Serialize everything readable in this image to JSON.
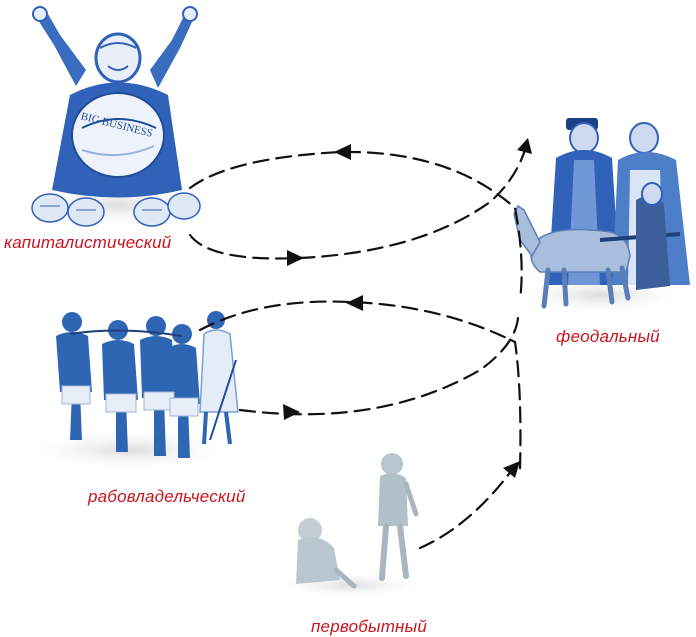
{
  "stages": {
    "capitalist": "капиталистический",
    "feudal": "феодальный",
    "slave": "рабовладельческий",
    "primitive": "первобытный"
  },
  "illustrations": {
    "capitalist_banner": "BIG BUSINESS"
  },
  "colors": {
    "label": "#c8141e",
    "arrow": "#111111",
    "illustration_blue": "#2f62b8",
    "illustration_light_blue": "#4d86c6",
    "illustration_pale": "#b9c6cf"
  },
  "icons": [
    "capitalist-figure-icon",
    "feudal-lords-icon",
    "horse-plough-icon",
    "slaves-group-icon",
    "primitive-humans-icon"
  ]
}
